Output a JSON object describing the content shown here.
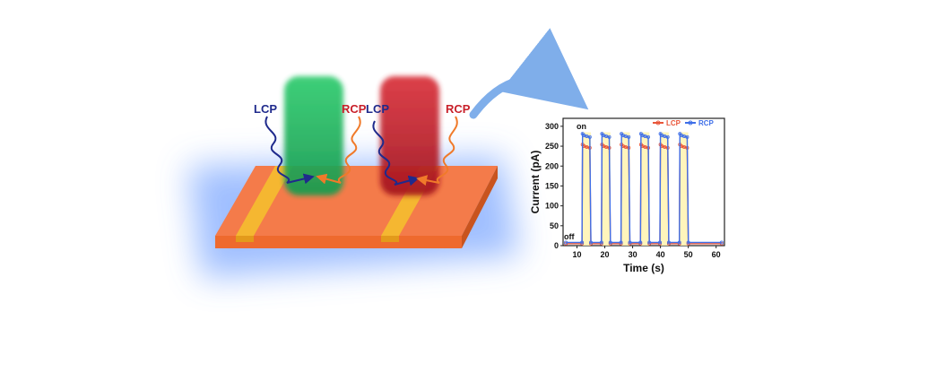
{
  "device": {
    "left_label": "LCP",
    "right_label": "RCP",
    "left_label_2": "LCP",
    "right_label_2": "RCP",
    "colors": {
      "substrate_top": "#F47B4A",
      "substrate_front": "#EE6A2E",
      "substrate_side": "#C9541E",
      "electrode": "#F5B731",
      "green_crystal": "#22C064",
      "red_crystal": "#C8202A",
      "glow": "#8FB4FF",
      "lcp_color": "#1F2A8C",
      "rcp_color": "#C8202A",
      "arrow": "#7FAEEA"
    }
  },
  "chart_data": {
    "type": "line",
    "xlabel": "Time (s)",
    "ylabel": "Current (pA)",
    "xlim": [
      5,
      63
    ],
    "ylim": [
      0,
      320
    ],
    "xticks": [
      10,
      20,
      30,
      40,
      50,
      60
    ],
    "yticks": [
      0,
      50,
      100,
      150,
      200,
      250,
      300
    ],
    "annotations": {
      "on": "on",
      "off": "off"
    },
    "legend": {
      "placement": "top-right"
    },
    "on_intervals": [
      [
        12,
        15
      ],
      [
        19,
        22
      ],
      [
        26,
        29
      ],
      [
        33,
        36
      ],
      [
        40,
        43
      ],
      [
        47,
        50
      ]
    ],
    "series": [
      {
        "name": "LCP",
        "color": "#E8563A",
        "on_value": 248,
        "off_value": 5
      },
      {
        "name": "RCP",
        "color": "#3F6FE8",
        "on_value": 275,
        "off_value": 8
      }
    ]
  }
}
